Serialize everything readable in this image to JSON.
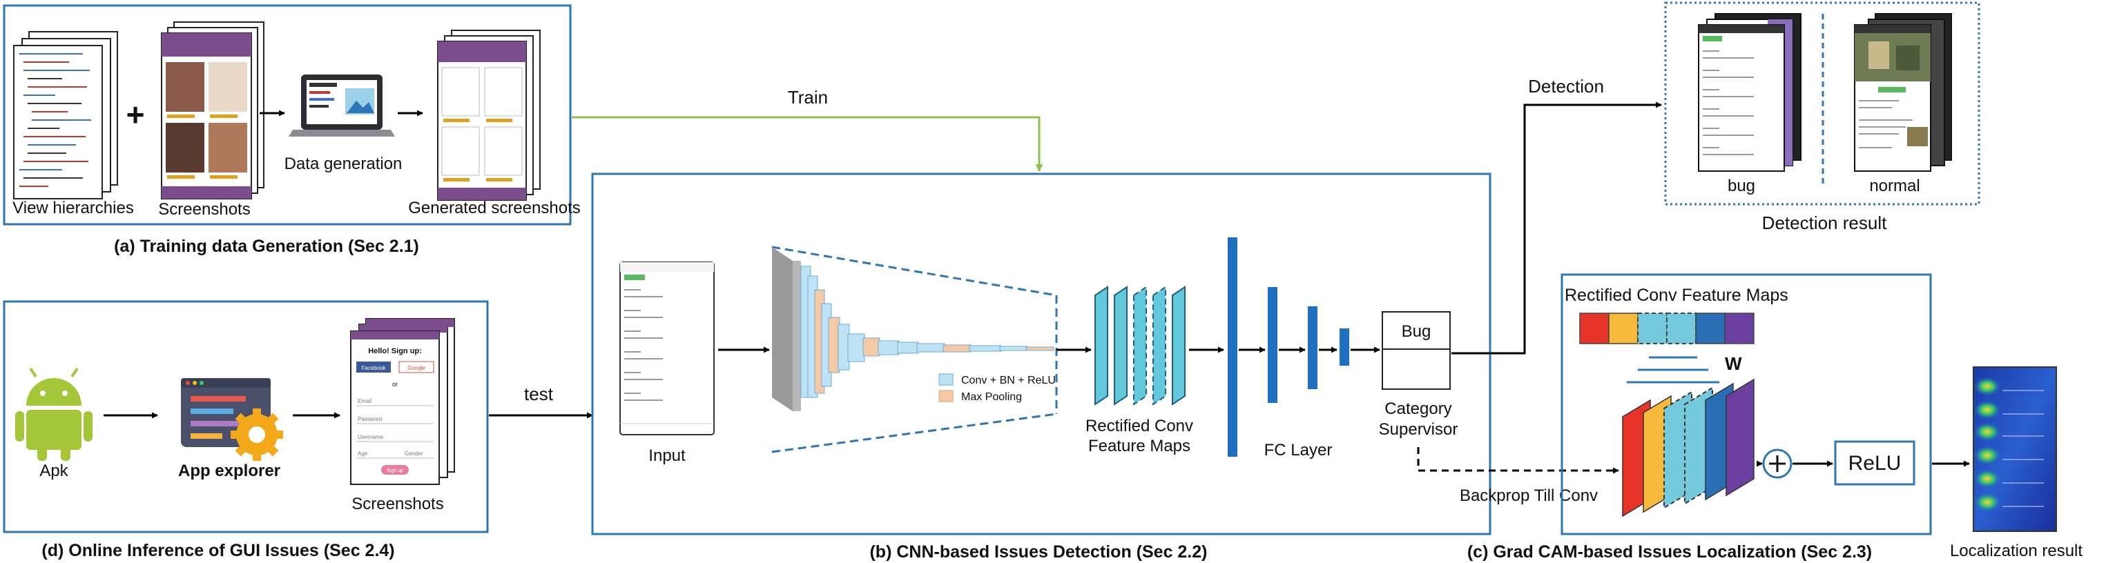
{
  "panel_a": {
    "caption": "(a) Training data Generation (Sec 2.1)",
    "view_hierarchies": "View hierarchies",
    "plus": "+",
    "screenshots": "Screenshots",
    "data_generation": "Data generation",
    "generated_screenshots": "Generated screenshots"
  },
  "panel_d": {
    "caption": "(d) Online Inference of GUI Issues (Sec 2.4)",
    "apk": "Apk",
    "app_explorer": "App explorer",
    "screenshots": "Screenshots",
    "signup_title": "Hello! Sign up:",
    "facebook": "Facebook",
    "google": "Google",
    "or": "or",
    "email": "Email",
    "password": "Password",
    "username": "Username",
    "age": "Age",
    "gender": "Gender",
    "signup_button": "Sign up"
  },
  "panel_b": {
    "caption": "(b) CNN-based Issues Detection (Sec 2.2)",
    "input": "Input",
    "legend_conv": "Conv + BN + ReLU",
    "legend_pool": "Max Pooling",
    "feature_maps_1": "Rectified Conv",
    "feature_maps_2": "Feature Maps",
    "fc_layer": "FC Layer",
    "bug_box": "Bug",
    "category_1": "Category",
    "category_2": "Supervisor"
  },
  "panel_c": {
    "caption": "(c) Grad CAM-based Issues Localization (Sec 2.3)",
    "title": "Rectified Conv Feature Maps",
    "w": "W",
    "plus": "+",
    "relu": "ReLU",
    "localization_result": "Localization result"
  },
  "detection_result": {
    "caption": "Detection result",
    "bug": "bug",
    "normal": "normal"
  },
  "arrows": {
    "train": "Train",
    "test": "test",
    "detection": "Detection",
    "backprop": "Backprop Till Conv"
  },
  "colors": {
    "frame_blue": "#2e75b6",
    "arrow_green": "#8cc152",
    "android_green": "#a4c639",
    "layer_blue": "#1f6fbf",
    "feature_cyan": "#62c8da",
    "pool_peach": "#f6c9a6",
    "app_purple": "#7b4d8c",
    "cam_red": "#e8332a",
    "cam_yellow": "#f6b93b",
    "cam_cyan": "#74c9dd",
    "cam_blue": "#2a6fb5",
    "cam_purple": "#6b3fa0",
    "relu_pink": "#e57fa0"
  },
  "icons": [
    "plus-icon",
    "laptop-icon",
    "android-icon",
    "app-explorer-icon",
    "gear-icon",
    "circle-plus-icon"
  ]
}
